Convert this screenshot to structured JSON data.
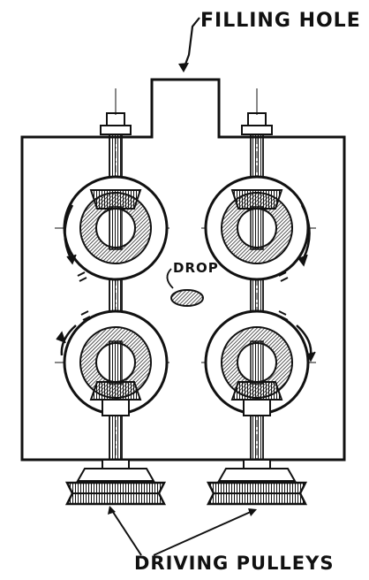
{
  "diagram": {
    "labels": {
      "filling_hole": "FILLING HOLE",
      "drop": "DROP",
      "driving_pulleys": "DRIVING PULLEYS"
    },
    "colors": {
      "ink": "#111111",
      "paper": "#ffffff",
      "hatch": "#444444"
    }
  }
}
